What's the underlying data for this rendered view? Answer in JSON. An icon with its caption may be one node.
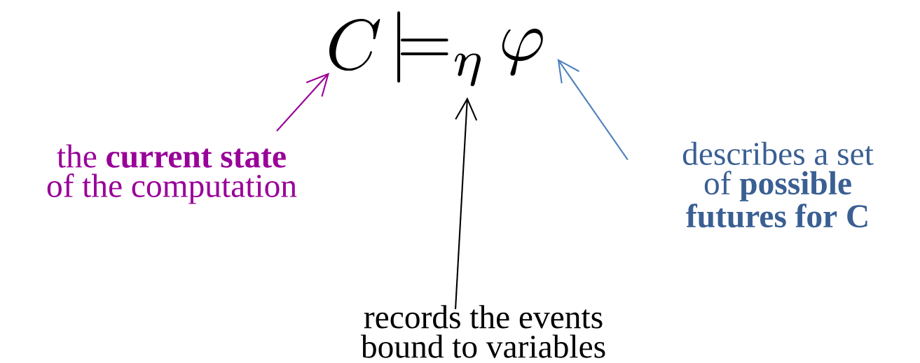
{
  "diagram": {
    "nodes": [
      {
        "text": [
          "C"
        ]
      },
      {
        "text": [
          "\\models_{\\eta}"
        ]
      },
      {
        "text": [
          "\\varphi"
        ]
      },
      {
        "text": [
          "the **current state** of the computation"
        ]
      },
      {
        "text": [
          "records the events bound to variables"
        ]
      },
      {
        "text": [
          "describes a set of **possible futures for C**"
        ]
      }
    ],
    "edges": [
      {
        "from": 3,
        "to": 0,
        "arrow": "to",
        "color": "#990099"
      },
      {
        "from": 4,
        "to": 1,
        "arrow": "to",
        "color": "#000000"
      },
      {
        "from": 5,
        "to": 2,
        "arrow": "to",
        "color": "#4f81bd"
      }
    ]
  }
}
